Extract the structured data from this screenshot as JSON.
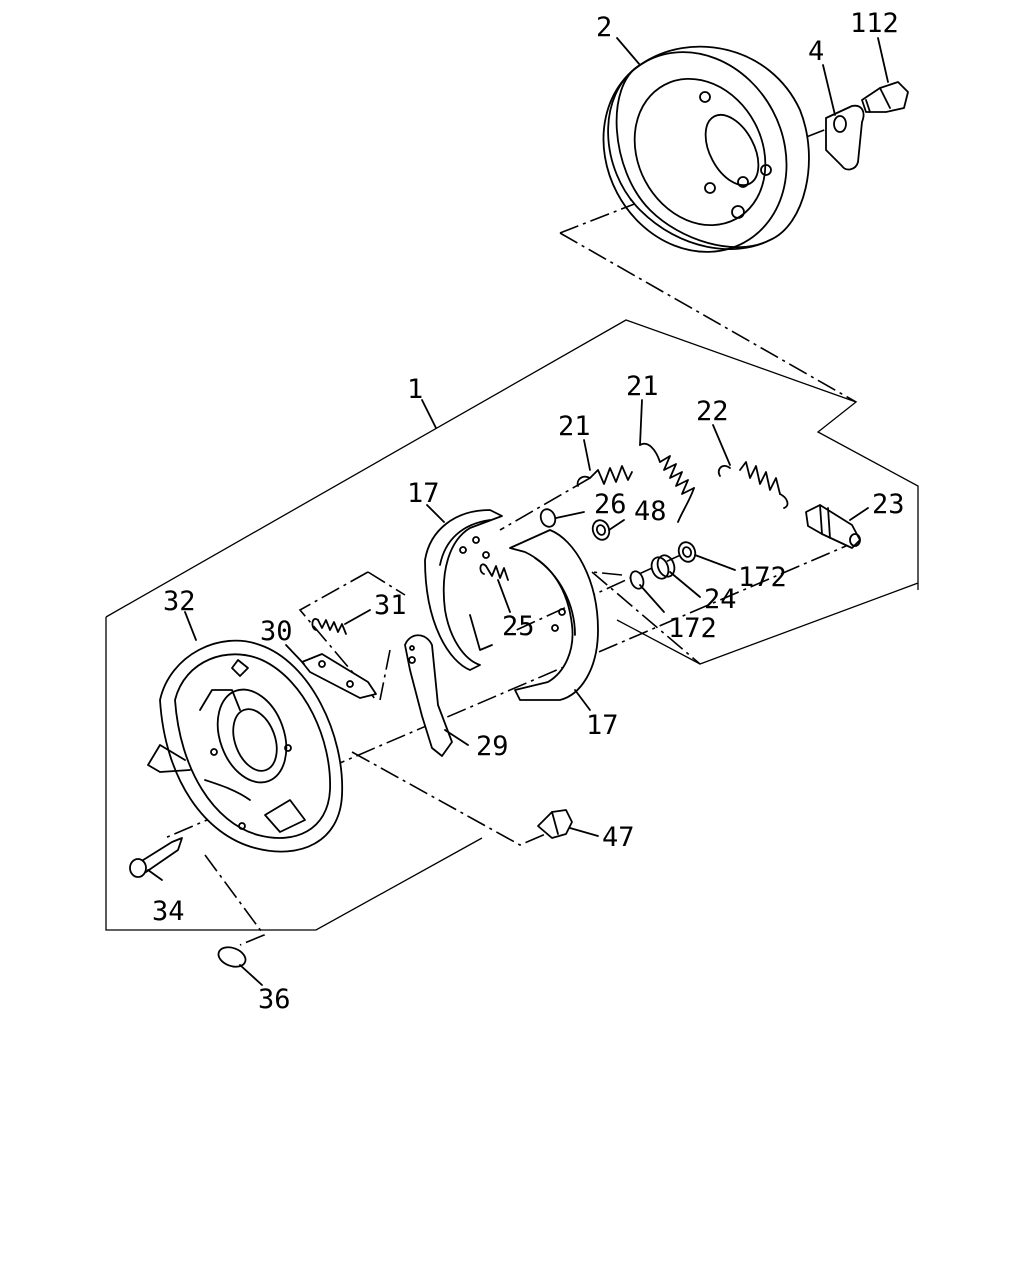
{
  "diagram": {
    "labels": {
      "p1": "1",
      "p2": "2",
      "p4": "4",
      "p112": "112",
      "p17a": "17",
      "p17b": "17",
      "p21a": "21",
      "p21b": "21",
      "p22": "22",
      "p23": "23",
      "p24": "24",
      "p25": "25",
      "p26": "26",
      "p29": "29",
      "p30": "30",
      "p31": "31",
      "p32": "32",
      "p34": "34",
      "p36": "36",
      "p47": "47",
      "p48": "48",
      "p172a": "172",
      "p172b": "172"
    }
  }
}
